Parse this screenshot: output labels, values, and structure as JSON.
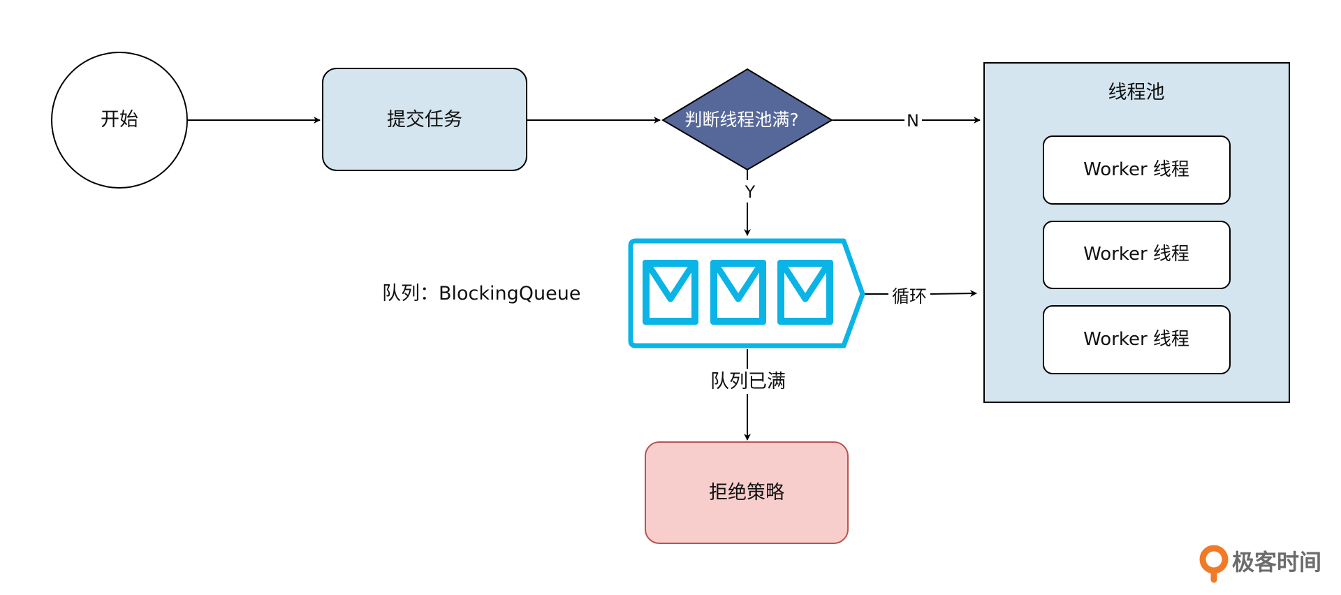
{
  "colors": {
    "stroke": "#000000",
    "task_fill": "#d4e5ef",
    "decision_fill": "#56689a",
    "decision_text": "#ffffff",
    "pool_fill": "#d4e5ef",
    "worker_fill": "#ffffff",
    "queue_accent": "#0ab4e6",
    "reject_fill": "#f8cecc",
    "reject_stroke": "#b85450",
    "logo_orange": "#f07a28",
    "logo_text": "#6b6b6b"
  },
  "nodes": {
    "start": "开始",
    "submit_task": "提交任务",
    "decision": "判断线程池满?",
    "pool_title": "线程池",
    "workers": [
      "Worker 线程",
      "Worker 线程",
      "Worker 线程"
    ],
    "queue_label": "队列：BlockingQueue",
    "reject": "拒绝策略"
  },
  "edges": {
    "no_label": "N",
    "yes_label": "Y",
    "loop_label": "循环",
    "queue_full_label": "队列已满"
  },
  "brand": {
    "logo_text": "极客时间",
    "icon": "geektime-logo-icon"
  }
}
